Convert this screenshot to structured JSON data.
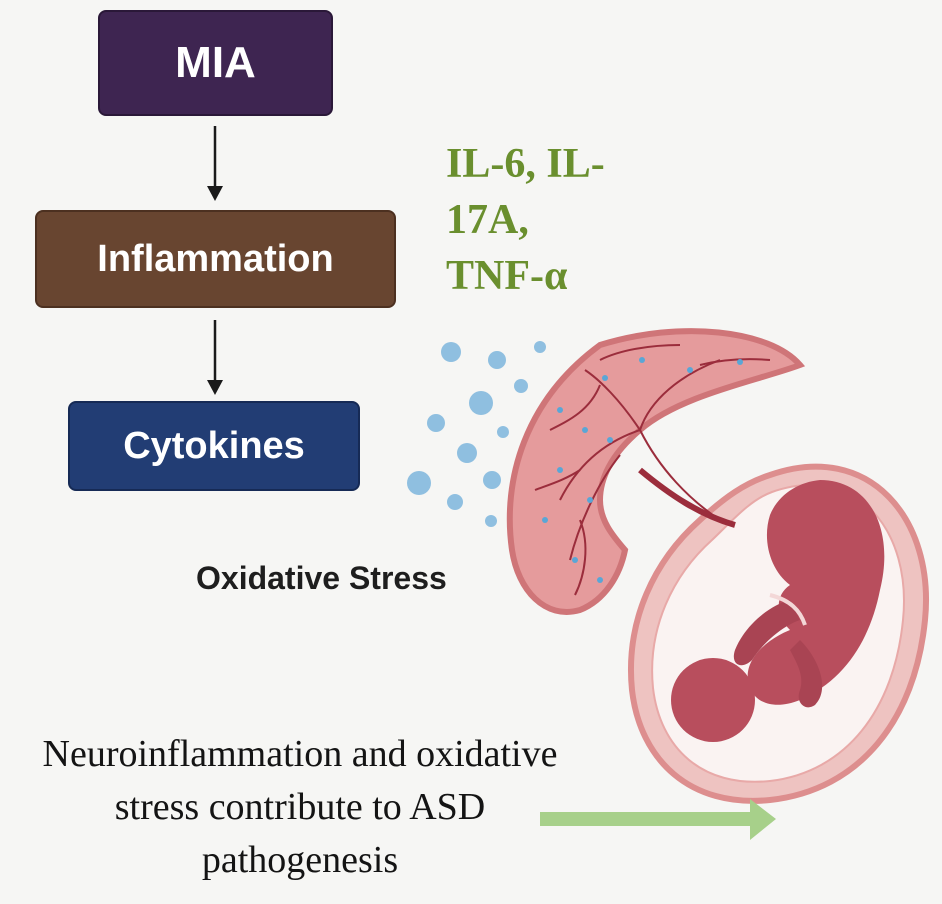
{
  "flow": {
    "step1": "MIA",
    "step2": "Inflammation",
    "step3": "Cytokines"
  },
  "cytokines": {
    "line1": "IL-6, IL-",
    "line2": "17A,",
    "line3": "TNF-α"
  },
  "oxidative_stress": "Oxidative Stress",
  "conclusion": {
    "line1": "Neuroinflammation and oxidative",
    "line2": "stress contribute to ASD",
    "line3": "pathogenesis"
  },
  "colors": {
    "mia_box": "#3e2551",
    "inflammation_box": "#684530",
    "cytokines_box": "#223d74",
    "cytokine_text": "#6a8f2e",
    "placenta": "#e59b9c",
    "fetus": "#b84e5d",
    "droplets": "#8fbfe0",
    "result_arrow": "#a7d08a"
  },
  "icons": [
    "down-arrow-icon",
    "placenta-illustration",
    "fetus-illustration",
    "droplet-icon",
    "right-arrow-icon"
  ]
}
